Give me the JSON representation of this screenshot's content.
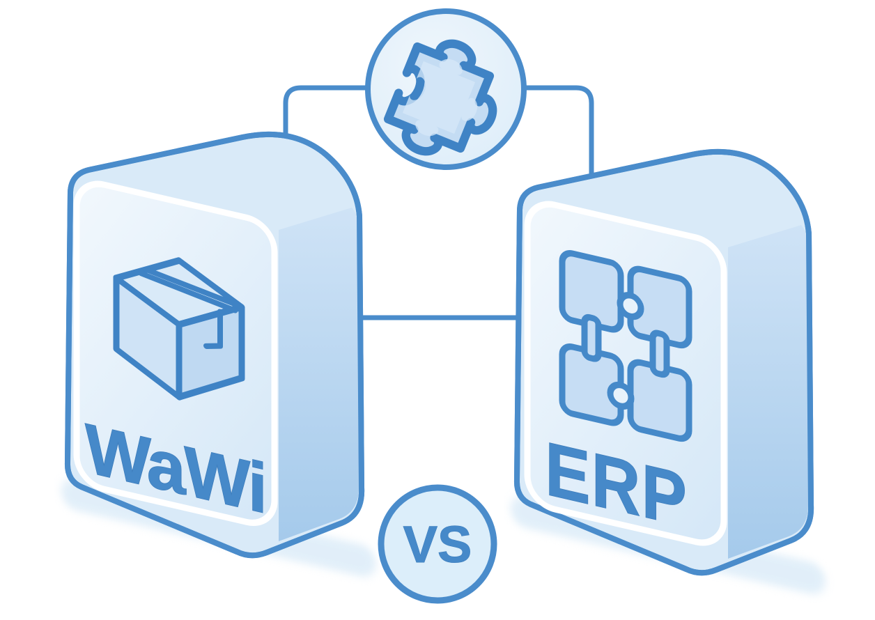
{
  "illustration": {
    "left_box": {
      "label": "WaWi",
      "icon": "package-box"
    },
    "right_box": {
      "label": "ERP",
      "icon": "connected-modules"
    },
    "top_badge": {
      "icon": "puzzle-piece"
    },
    "versus_badge": {
      "label": "VS"
    },
    "colors": {
      "background": "#ffffff",
      "outline_blue": "#4a8ccb",
      "icon_blue": "#3f83c5",
      "label_blue": "#4689c9",
      "face_light": "#edf5fc",
      "face_mid": "#d5e8f7",
      "side_shade": "#a5caeb",
      "icon_fill": "#c6ddf4",
      "badge_fill": "#ddeefa",
      "shadow": "#daebf8"
    }
  }
}
